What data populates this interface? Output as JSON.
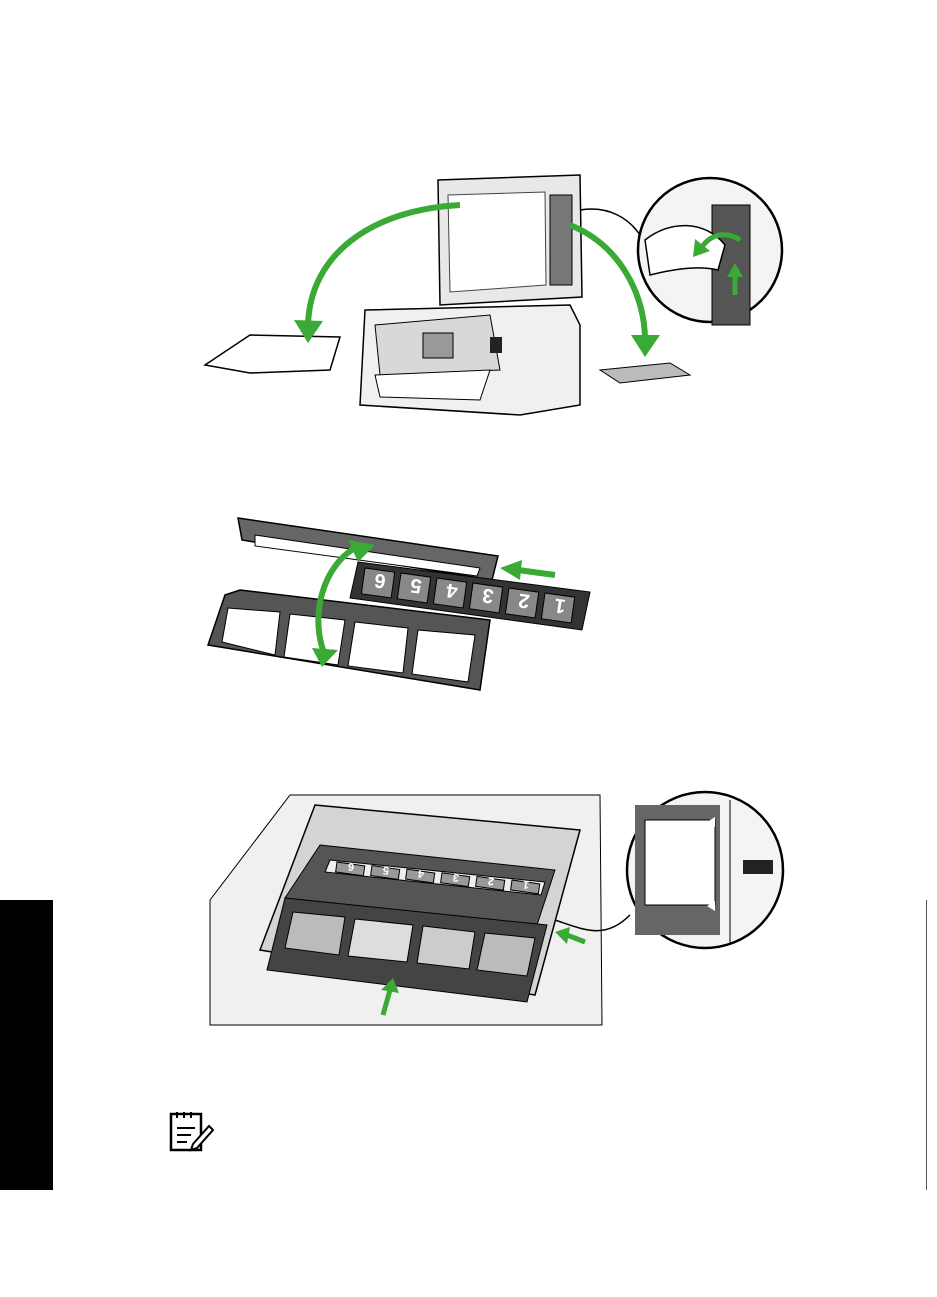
{
  "figures": [
    {
      "id": "remove-lid-backing-and-holder",
      "icon": "printer-film-holder-illustration"
    },
    {
      "id": "load-film-strip",
      "frames": [
        "6",
        "5",
        "4",
        "3",
        "2",
        "1"
      ],
      "icon": "film-holder-illustration"
    },
    {
      "id": "place-holder-on-glass",
      "frames": [
        "6",
        "5",
        "4",
        "3",
        "2",
        "1"
      ],
      "icon": "scanner-glass-illustration"
    }
  ],
  "note": {
    "icon": "note-icon"
  },
  "colors": {
    "arrow": "#3aa935",
    "ink": "#000000",
    "tab": "#000000"
  }
}
